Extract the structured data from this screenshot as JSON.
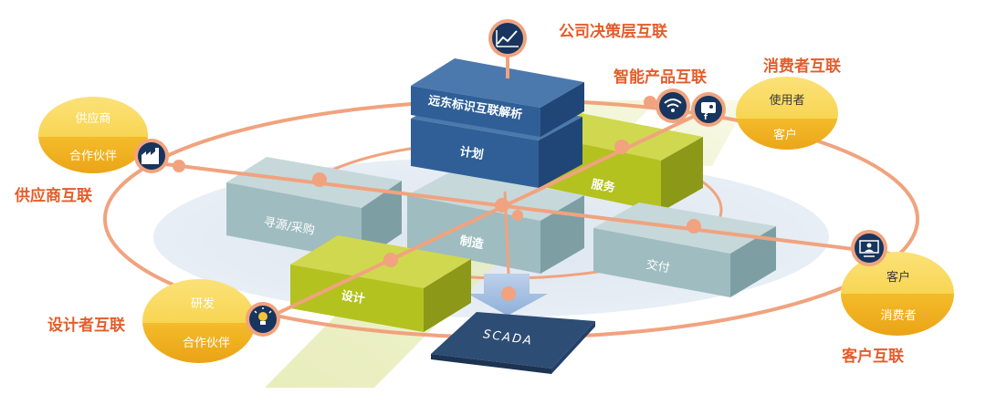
{
  "titles": {
    "company": "公司决策层互联",
    "smart_product": "智能产品互联",
    "consumer": "消费者互联",
    "supplier": "供应商互联",
    "designer": "设计者互联",
    "customer": "客户互联"
  },
  "blocks": {
    "top": "远东标识互联解析",
    "plan": "计划",
    "service": "服务",
    "sourcing": "寻源/采购",
    "manufacturing": "制造",
    "delivery": "交付",
    "design": "设计",
    "scada": "SCADA"
  },
  "bubbles": {
    "supplier": {
      "top": "供应商",
      "bottom": "合作伙伴"
    },
    "consumer": {
      "top": "使用者",
      "bottom": "客户"
    },
    "customer": {
      "top": "客户",
      "bottom": "消费者"
    },
    "designer": {
      "top": "研发",
      "bottom": "合作伙伴"
    }
  },
  "icons": {
    "company": "line-chart-icon",
    "supplier": "factory-icon",
    "designer": "lightbulb-icon",
    "wifi": "wifi-icon",
    "social": "social-user-icon",
    "customer": "customer-screen-icon"
  },
  "colors": {
    "accent_orange": "#e35d2a",
    "link_orange": "#f0a37e",
    "block_blue": "#2f5f96",
    "block_green": "#b3c21f",
    "block_grey": "#9fbcc0",
    "bubble_yellow": "#f5c33a",
    "icon_navy": "#17355e"
  }
}
